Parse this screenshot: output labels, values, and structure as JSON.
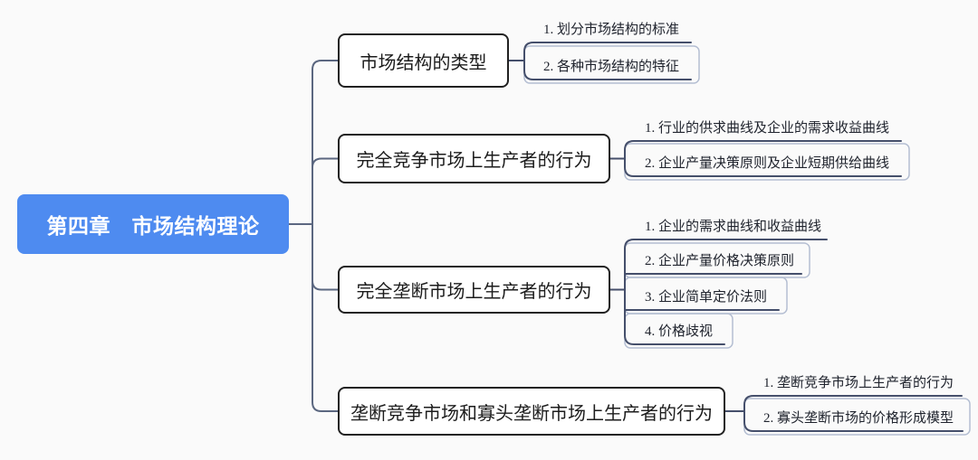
{
  "root": {
    "label": "第四章　市场结构理论"
  },
  "branches": [
    {
      "label": "市场结构的类型",
      "children": [
        "1. 划分市场结构的标准",
        "2. 各种市场结构的特征"
      ]
    },
    {
      "label": "完全竞争市场上生产者的行为",
      "children": [
        "1. 行业的供求曲线及企业的需求收益曲线",
        "2. 企业产量决策原则及企业短期供给曲线"
      ]
    },
    {
      "label": "完全垄断市场上生产者的行为",
      "children": [
        "1. 企业的需求曲线和收益曲线",
        "2. 企业产量价格决策原则",
        "3. 企业简单定价法则",
        "4. 价格歧视"
      ]
    },
    {
      "label": "垄断竞争市场和寡头垄断市场上生产者的行为",
      "children": [
        "1. 垄断竞争市场上生产者的行为",
        "2. 寡头垄断市场的价格形成模型"
      ]
    }
  ],
  "colors": {
    "background": "#fafafa",
    "root_fill": "#4e8bf0",
    "root_text": "#ffffff",
    "branch_border": "#212121",
    "connector": "#5b6780",
    "leaf_line": "#454f6b",
    "leaf_outline": "#b4bed2"
  }
}
